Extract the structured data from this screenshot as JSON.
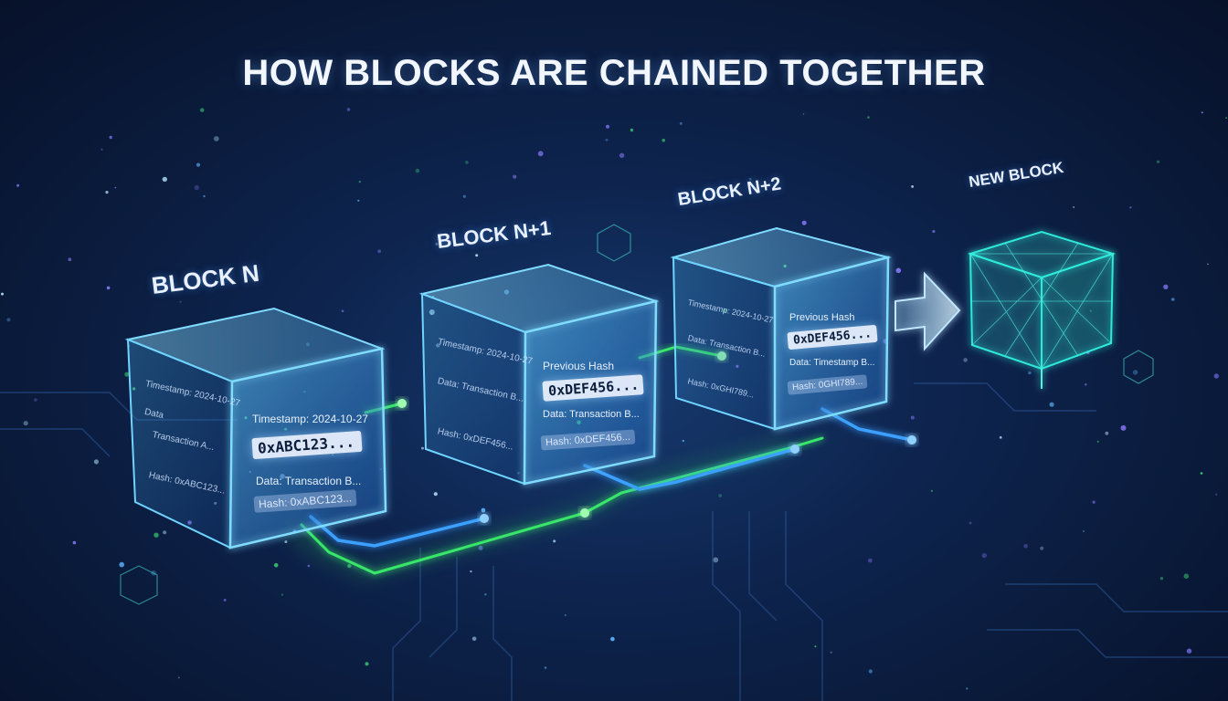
{
  "title": "HOW BLOCKS ARE CHAINED TOGETHER",
  "blocks": [
    {
      "label": "BLOCK N",
      "side_timestamp": "Timestamp: 2024-10-27",
      "side_data": "Data",
      "side_tx": "Transaction A...",
      "side_hash": "Hash: 0xABC123...",
      "front_timestamp": "Timestamp: 2024-10-27",
      "front_hash_value": "0xABC123...",
      "front_data": "Data: Transaction B...",
      "front_hash": "Hash: 0xABC123..."
    },
    {
      "label": "BLOCK N+1",
      "side_timestamp": "Timestamp: 2024-10-27",
      "side_data": "Data: Transaction B...",
      "side_hash": "Hash: 0xDEF456...",
      "front_prev_label": "Previous Hash",
      "front_prev_value": "0xDEF456...",
      "front_data": "Data: Transaction B...",
      "front_hash": "Hash: 0xDEF456..."
    },
    {
      "label": "BLOCK N+2",
      "side_timestamp": "Timestamp: 2024-10-27",
      "side_data": "Data: Transaction B...",
      "side_hash": "Hash: 0xGHI789...",
      "front_prev_label": "Previous Hash",
      "front_prev_value": "0xDEF456...",
      "front_data": "Data: Timestamp B...",
      "front_hash": "Hash: 0GHI789..."
    }
  ],
  "new_block_label": "NEW BLOCK",
  "colors": {
    "cube_edge": "#5fd0ff",
    "link_green": "#38e66a",
    "link_blue": "#3aa0ff",
    "new_block": "#2ee8d8"
  }
}
